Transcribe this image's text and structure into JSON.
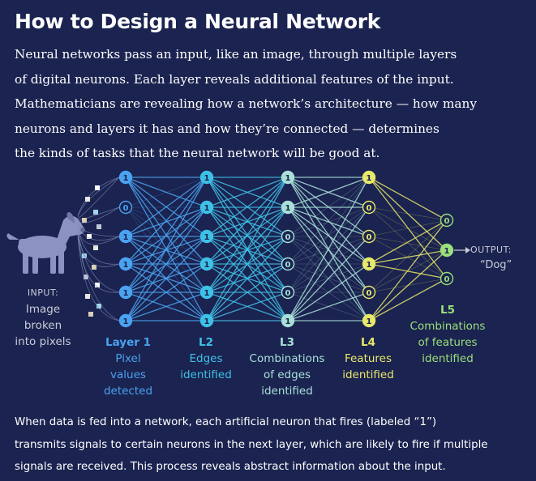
{
  "title": "How to Design a Neural Network",
  "intro": [
    "Neural networks pass an input, like an image, through multiple layers",
    "of digital neurons. Each layer reveals additional features of the input.",
    "Mathematicians are revealing how a network’s architecture — how many",
    "neurons and layers it has and how they’re connected — determines",
    "the kinds of tasks that the neural network will be good at."
  ],
  "input": {
    "label": "INPUT:",
    "desc": [
      "Image",
      "broken",
      "into pixels"
    ]
  },
  "output": {
    "label": "OUTPUT:",
    "value": "“Dog”"
  },
  "layers": [
    {
      "name": "Layer 1",
      "desc": [
        "Pixel",
        "values",
        "detected"
      ],
      "color": "#4aa3f0",
      "neurons": [
        "1",
        "0",
        "1",
        "1",
        "1",
        "1"
      ]
    },
    {
      "name": "L2",
      "desc": [
        "Edges",
        "identified"
      ],
      "color": "#3ec1e6",
      "neurons": [
        "1",
        "1",
        "1",
        "1",
        "1",
        "1"
      ]
    },
    {
      "name": "L3",
      "desc": [
        "Combinations",
        "of edges",
        "identified"
      ],
      "color": "#a8e0d8",
      "neurons": [
        "1",
        "1",
        "0",
        "0",
        "0",
        "1"
      ]
    },
    {
      "name": "L4",
      "desc": [
        "Features",
        "identified"
      ],
      "color": "#e8e86a",
      "neurons": [
        "1",
        "0",
        "0",
        "1",
        "0",
        "1"
      ]
    },
    {
      "name": "L5",
      "desc": [
        "Combinations",
        "of features",
        "identified"
      ],
      "color": "#9be07a",
      "neurons": [
        "0",
        "1",
        "0"
      ]
    }
  ],
  "caption": [
    "When data is fed into a network, each artificial neuron that fires (labeled “1”)",
    "transmits signals to certain neurons in the next layer, which are likely to fire if multiple",
    "signals are received. This process reveals abstract information about the input."
  ]
}
